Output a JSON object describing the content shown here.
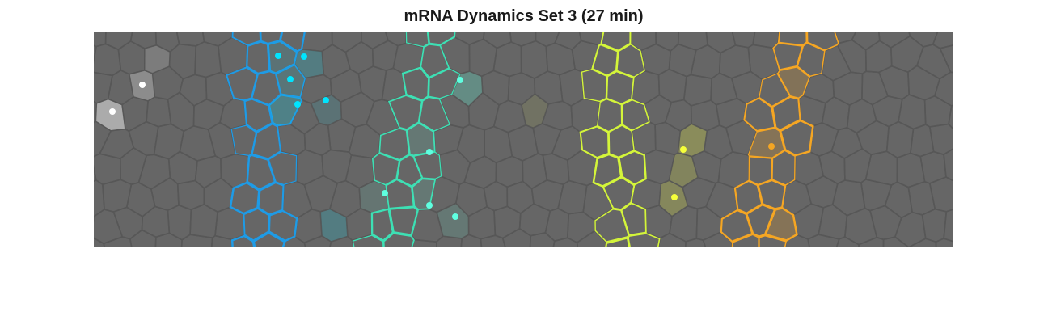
{
  "figure": {
    "title": "mRNA Dynamics Set 3 (27 min)"
  },
  "colors": {
    "background": "#666666",
    "cell_edge": "#575757",
    "stripe_blue": "#1e9be6",
    "stripe_cyan": "#3de0b4",
    "stripe_yellow": "#d4f53a",
    "stripe_orange": "#f5a623",
    "active_white": "#ffffff",
    "active_blue": "#00e5ff",
    "active_cyan": "#5fffe0",
    "active_yellow": "#f6ff3a"
  },
  "stripes": [
    {
      "name": "blue",
      "color_key": "stripe_blue",
      "nucleus_key": "active_blue"
    },
    {
      "name": "cyan",
      "color_key": "stripe_cyan",
      "nucleus_key": "active_cyan"
    },
    {
      "name": "yellow",
      "color_key": "stripe_yellow",
      "nucleus_key": "active_yellow"
    },
    {
      "name": "orange",
      "color_key": "stripe_orange",
      "nucleus_key": "stripe_orange"
    }
  ]
}
